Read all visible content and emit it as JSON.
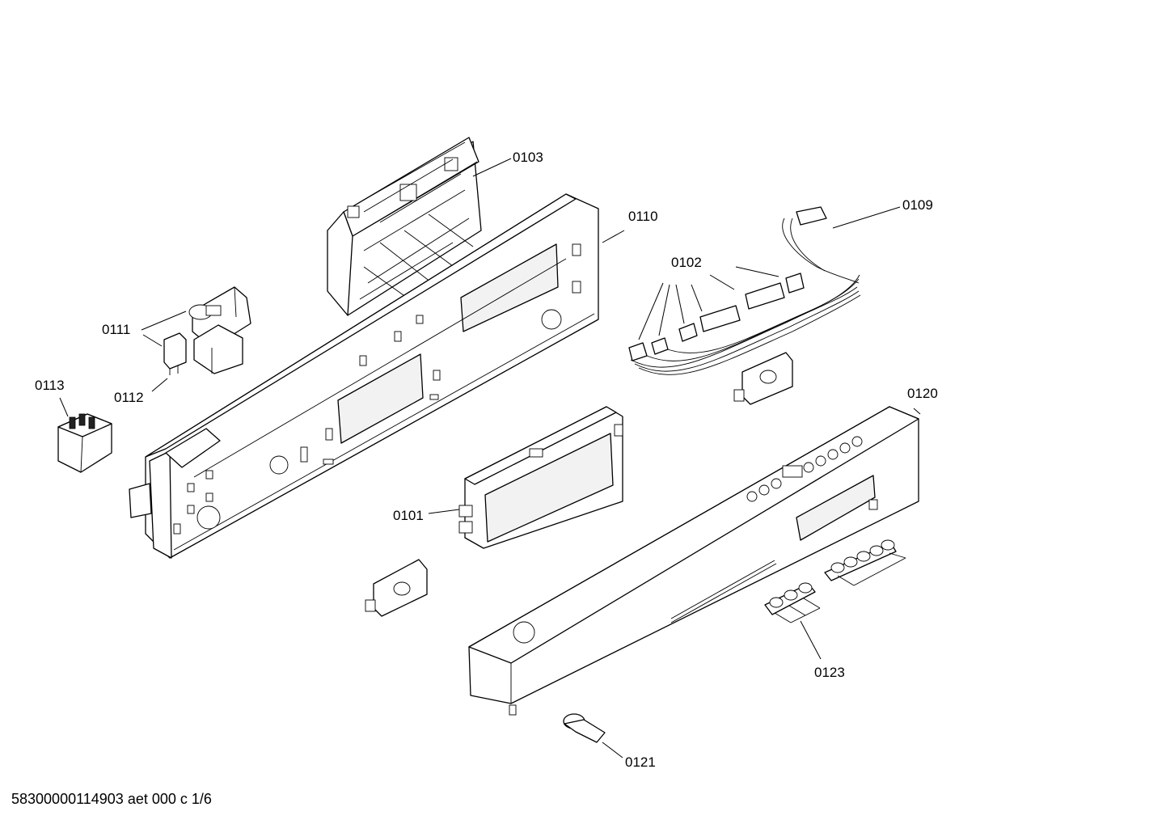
{
  "parts": {
    "p0101": "0101",
    "p0102": "0102",
    "p0103": "0103",
    "p0109": "0109",
    "p0110": "0110",
    "p0111": "0111",
    "p0112": "0112",
    "p0113": "0113",
    "p0120": "0120",
    "p0121": "0121",
    "p0123": "0123"
  },
  "footer": {
    "doc_ref": "58300000114903 aet 000 c 1/6"
  },
  "colors": {
    "line": "#000000",
    "background": "#ffffff"
  }
}
